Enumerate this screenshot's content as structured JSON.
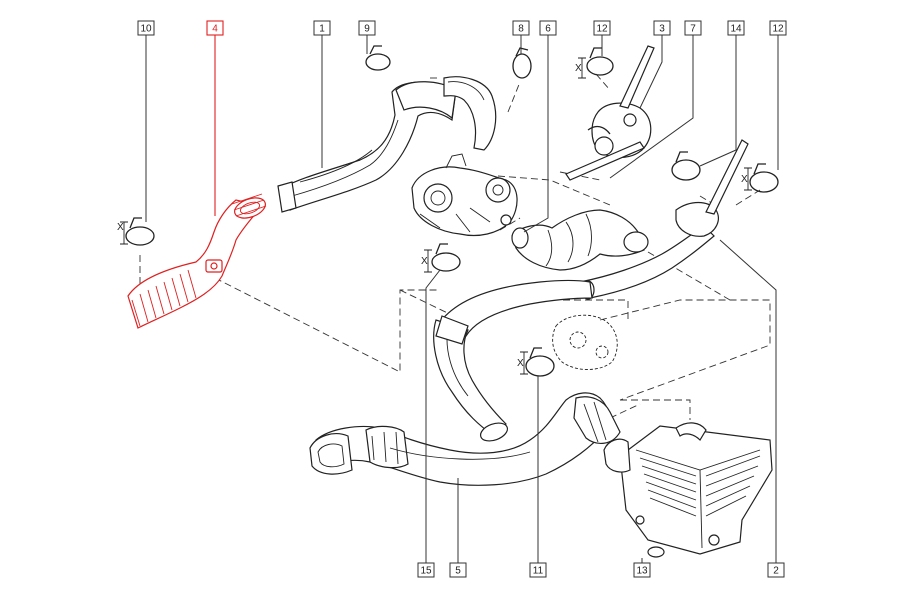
{
  "diagram": {
    "highlight_color": "#e02020",
    "line_color": "#222222",
    "background": "#ffffff",
    "callouts": [
      {
        "id": "c10",
        "label": "10",
        "highlighted": false
      },
      {
        "id": "c4",
        "label": "4",
        "highlighted": true
      },
      {
        "id": "c1",
        "label": "1",
        "highlighted": false
      },
      {
        "id": "c9",
        "label": "9",
        "highlighted": false
      },
      {
        "id": "c8",
        "label": "8",
        "highlighted": false
      },
      {
        "id": "c6",
        "label": "6",
        "highlighted": false
      },
      {
        "id": "c12a",
        "label": "12",
        "highlighted": false
      },
      {
        "id": "c3",
        "label": "3",
        "highlighted": false
      },
      {
        "id": "c7",
        "label": "7",
        "highlighted": false
      },
      {
        "id": "c14",
        "label": "14",
        "highlighted": false
      },
      {
        "id": "c12b",
        "label": "12",
        "highlighted": false
      },
      {
        "id": "c15",
        "label": "15",
        "highlighted": false
      },
      {
        "id": "c5",
        "label": "5",
        "highlighted": false
      },
      {
        "id": "c11",
        "label": "11",
        "highlighted": false
      },
      {
        "id": "c13",
        "label": "13",
        "highlighted": false
      },
      {
        "id": "c2",
        "label": "2",
        "highlighted": false
      }
    ],
    "dimension_marks": [
      {
        "id": "x-clamp-10",
        "label": "X"
      },
      {
        "id": "x-clamp-12a",
        "label": "X"
      },
      {
        "id": "x-clamp-15",
        "label": "X"
      },
      {
        "id": "x-clamp-11",
        "label": "X"
      },
      {
        "id": "x-clamp-12b",
        "label": "X"
      }
    ]
  }
}
